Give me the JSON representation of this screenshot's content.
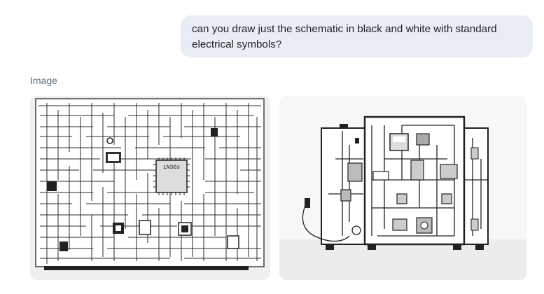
{
  "conversation": {
    "user_message": "can you draw just the schematic in black and white with standard electrical symbols?"
  },
  "response": {
    "section_label": "Image",
    "images": [
      {
        "icon": "circuit-board-image",
        "chip_label": "LN36s"
      },
      {
        "icon": "circuit-machine-image"
      }
    ]
  }
}
